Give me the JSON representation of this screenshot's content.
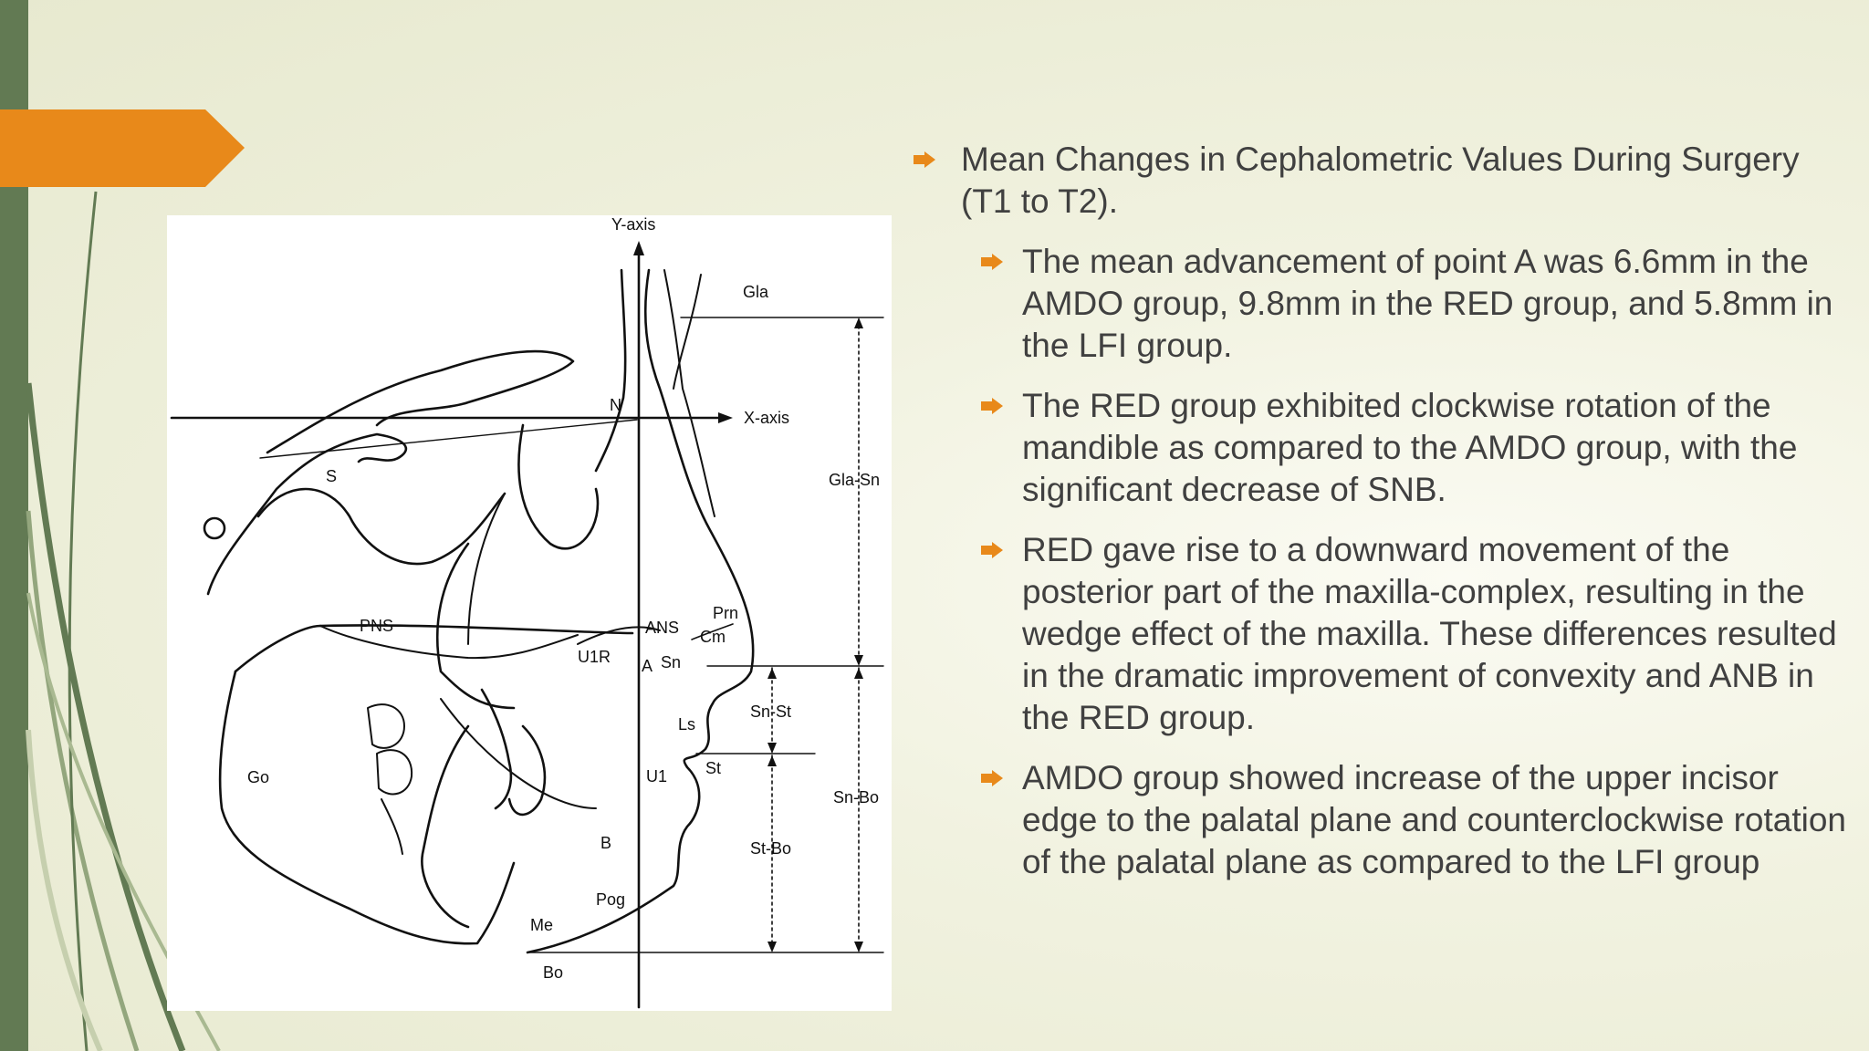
{
  "theme": {
    "accent": "#e8891a",
    "sidebar": "#627a53",
    "text": "#404040"
  },
  "diagram": {
    "labels": {
      "y_axis": "Y-axis",
      "x_axis": "X-axis",
      "gla": "Gla",
      "n": "N",
      "s": "S",
      "gla_sn": "Gla-Sn",
      "prn": "Prn",
      "pns": "PNS",
      "ans": "ANS",
      "cm": "Cm",
      "u1r": "U1R",
      "a": "A",
      "sn": "Sn",
      "sn_st": "Sn-St",
      "ls": "Ls",
      "go": "Go",
      "u1": "U1",
      "st": "St",
      "sn_bo": "Sn-Bo",
      "b": "B",
      "st_bo": "St-Bo",
      "pog": "Pog",
      "me": "Me",
      "bo": "Bo"
    }
  },
  "bullets": [
    {
      "level": 1,
      "text": "Mean Changes in Cephalometric Values During Surgery (T1 to T2)."
    },
    {
      "level": 2,
      "text": "The mean advancement of point A was 6.6mm in the AMDO group, 9.8mm in the RED group, and 5.8mm in the LFI group."
    },
    {
      "level": 2,
      "text": "The RED group exhibited clockwise rotation of the mandible as compared to the AMDO group, with the significant decrease of SNB."
    },
    {
      "level": 2,
      "text": "RED gave rise to a downward movement of the posterior part of the maxilla-complex, resulting in the wedge effect of the maxilla. These differences resulted in the dramatic improvement of convexity and ANB in the RED group."
    },
    {
      "level": 2,
      "text": "AMDO group showed increase of the upper incisor edge to the palatal plane and counterclockwise rotation of the palatal plane as compared to the LFI group"
    }
  ]
}
